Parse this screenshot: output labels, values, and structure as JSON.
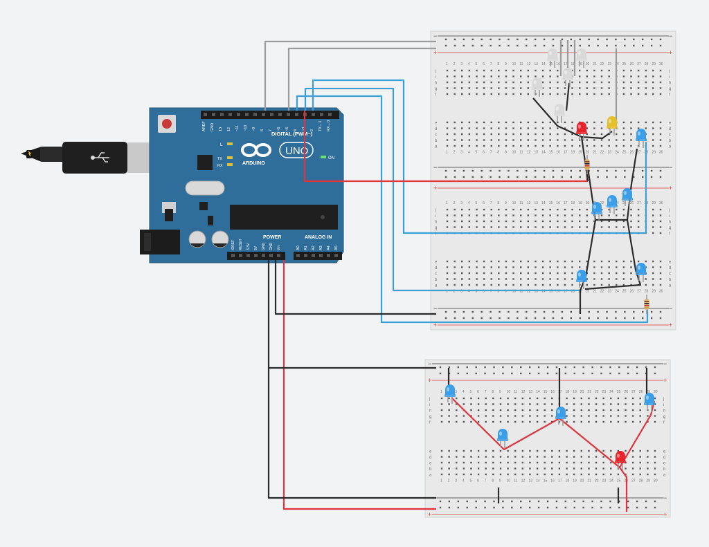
{
  "colors": {
    "background": "#f2f3f5",
    "board_blue": "#2f6e9a",
    "breadboard": "#e9e9e9",
    "wire_gray": "#9b9b9b",
    "wire_blue": "#3aa0d6",
    "wire_red": "#e0333b",
    "wire_black": "#2b2b2b",
    "led_blue": "#3b9ee8",
    "led_red": "#e8232b",
    "led_yellow": "#e4c02b",
    "led_white": "#d9d9d9",
    "resistor": "#d8b37a"
  },
  "arduino": {
    "brand": "ARDUINO",
    "model": "UNO",
    "digital_header": "DIGITAL (PWM~)",
    "power_header": "POWER",
    "analog_header": "ANALOG IN",
    "on_label": "ON",
    "led_l": "L",
    "led_tx": "TX",
    "led_rx": "RX",
    "digital_pins": [
      "AREF",
      "GND",
      "13",
      "12",
      "~11",
      "~10",
      "~9",
      "8",
      "7",
      "~6",
      "~5",
      "4",
      "~3",
      "2",
      "TX→1",
      "RX←0"
    ],
    "power_pins": [
      "IOREF",
      "RESET",
      "3.3V",
      "5V",
      "GND",
      "GND",
      "Vin"
    ],
    "analog_pins": [
      "A0",
      "A1",
      "A2",
      "A3",
      "A4",
      "A5"
    ],
    "icons": [
      "usb-icon",
      "arduino-infinity-logo"
    ]
  },
  "breadboards": {
    "row_letters_top": [
      "j",
      "i",
      "h",
      "g",
      "f"
    ],
    "row_letters_bottom": [
      "e",
      "d",
      "c",
      "b",
      "a"
    ],
    "column_numbers": [
      "1",
      "2",
      "3",
      "4",
      "5",
      "6",
      "7",
      "8",
      "9",
      "10",
      "11",
      "12",
      "13",
      "14",
      "15",
      "16",
      "17",
      "18",
      "19",
      "20",
      "21",
      "22",
      "23",
      "24",
      "25",
      "26",
      "27",
      "28",
      "29",
      "30"
    ],
    "rail_minus": "−",
    "rail_plus": "+"
  }
}
